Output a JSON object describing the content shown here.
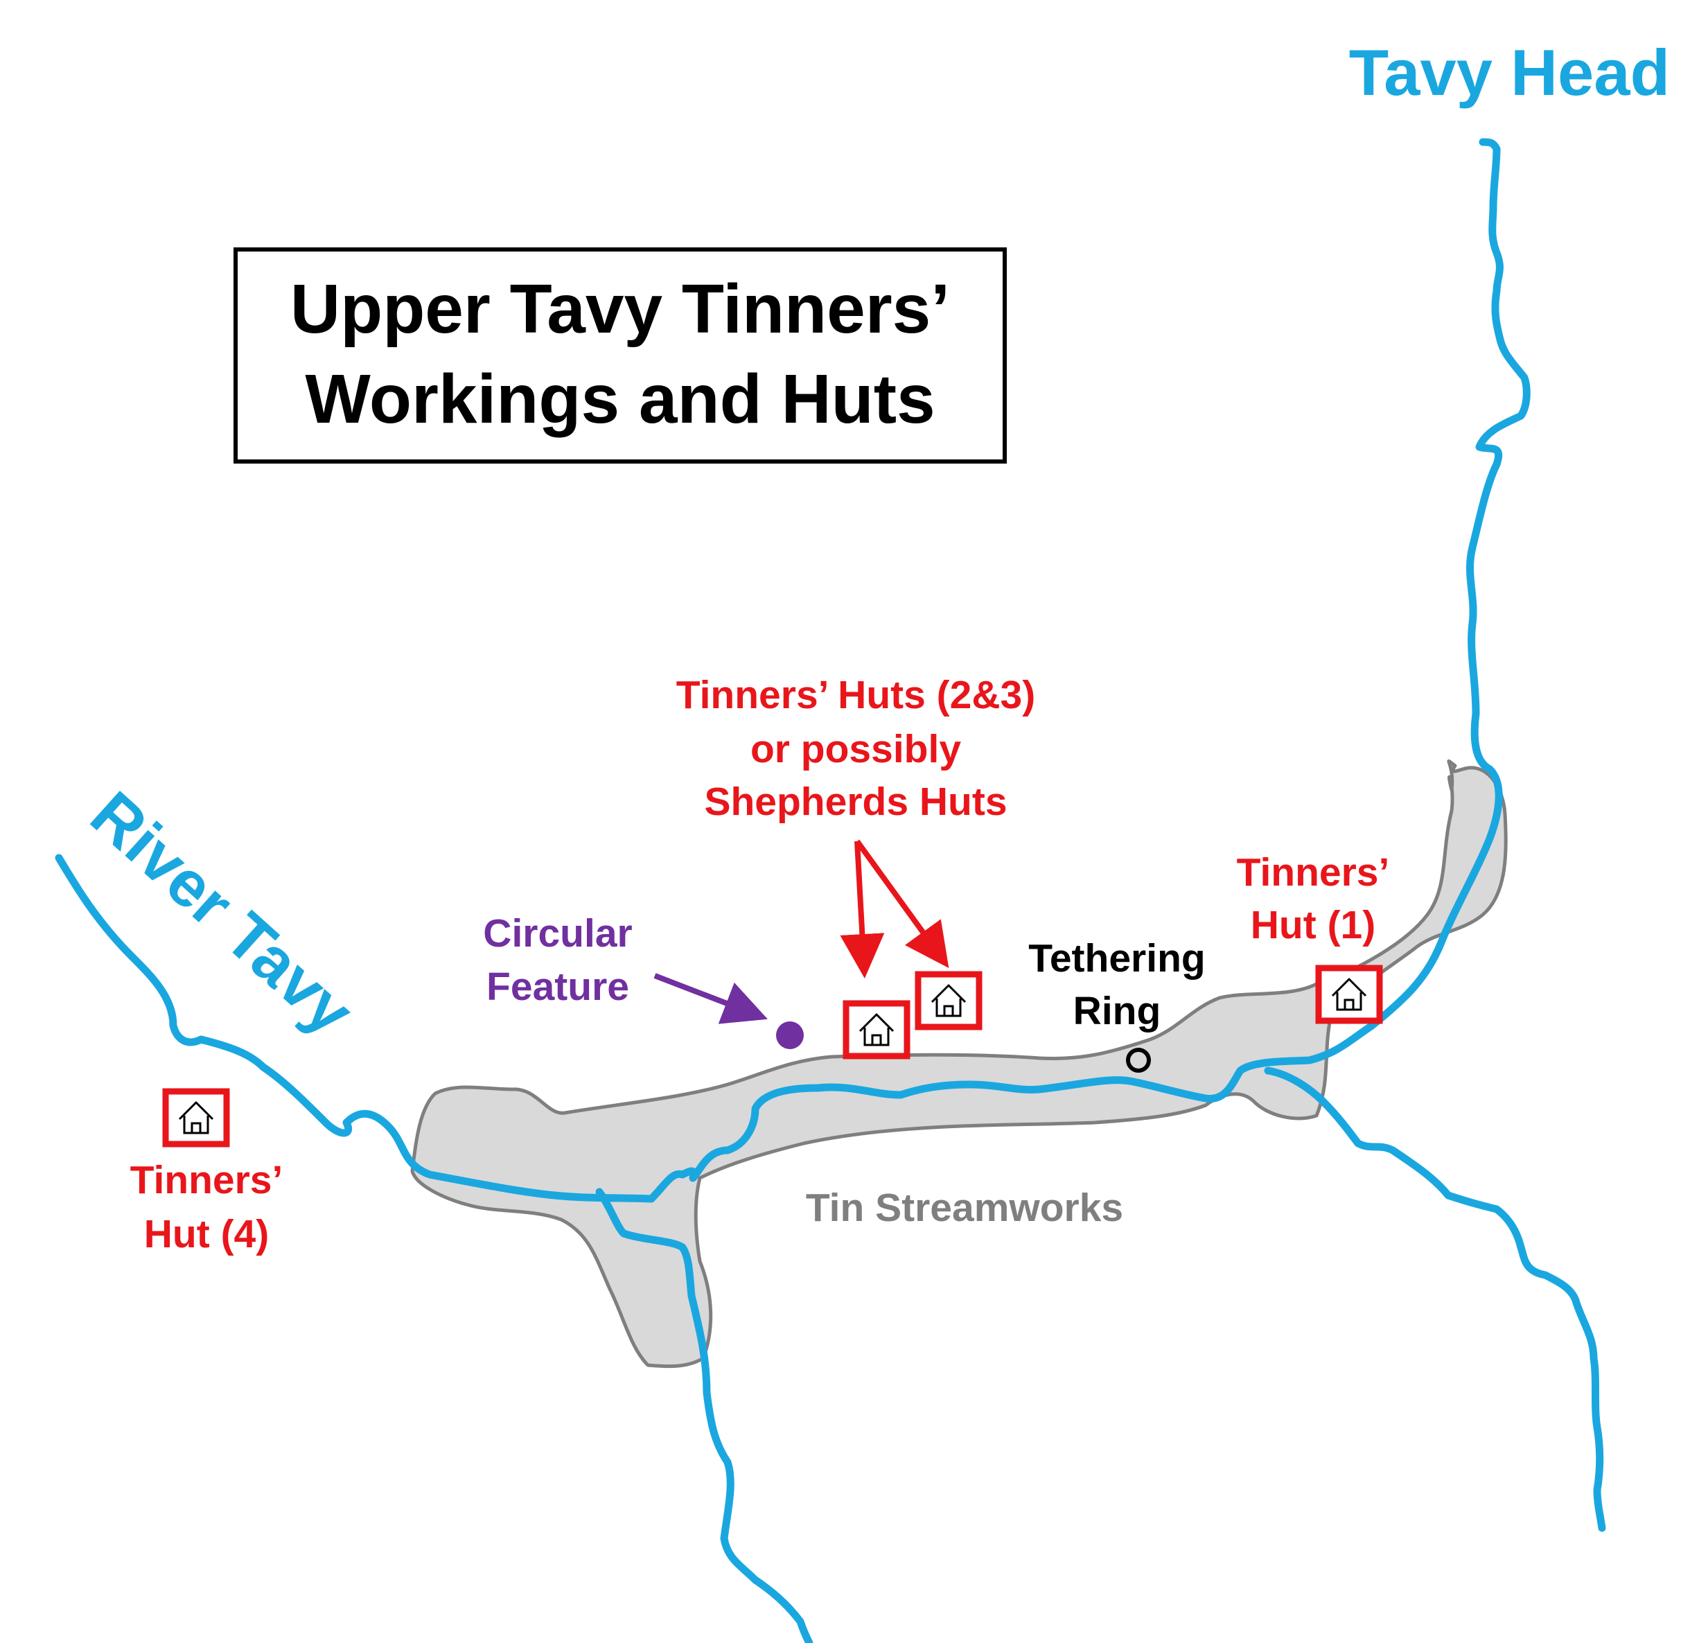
{
  "title": {
    "line1": "Upper Tavy Tinners’",
    "line2": "Workings and Huts"
  },
  "labels": {
    "tavy_head": "Tavy Head",
    "river_tavy": "River Tavy",
    "huts_2_3": {
      "line1": "Tinners’ Huts (2&3)",
      "line2": "or possibly",
      "line3": "Shepherds Huts"
    },
    "circular_feature": {
      "line1": "Circular",
      "line2": "Feature"
    },
    "tethering_ring": {
      "line1": "Tethering",
      "line2": "Ring"
    },
    "hut_1": {
      "line1": "Tinners’",
      "line2": "Hut (1)"
    },
    "hut_4": {
      "line1": "Tinners’",
      "line2": "Hut (4)"
    },
    "tin_streamworks": "Tin Streamworks"
  },
  "icons": {
    "hut": "house-icon",
    "circular_feature": "filled-circle-marker",
    "tethering_ring": "hollow-circle-marker"
  },
  "colors": {
    "river": "#1aa7e0",
    "streamworks_fill": "#d9d9d9",
    "streamworks_stroke": "#7f7f7f",
    "hut_frame": "#e8161b",
    "pointer_red": "#e8161b",
    "pointer_purple": "#7030a0",
    "circular_feature": "#7030a0"
  }
}
